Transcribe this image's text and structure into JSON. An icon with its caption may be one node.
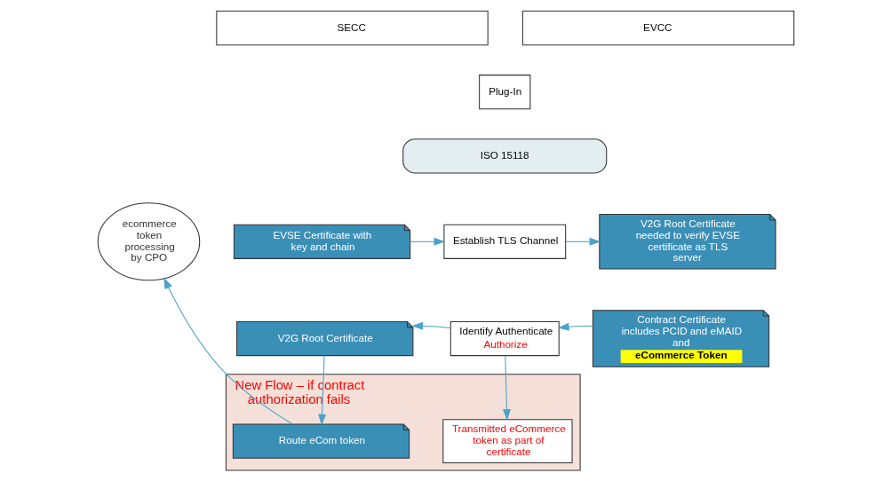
{
  "diagram": {
    "nodes": [
      {
        "text": [
          "ecommerce token processing by CPO"
        ]
      },
      {
        "text": [
          "SECC"
        ]
      },
      {
        "text": [
          "EVCC"
        ]
      },
      {
        "text": [
          "Plug-In"
        ]
      },
      {
        "text": [
          "ISO 15118"
        ]
      },
      {
        "text": [
          "EVSE Certificate with key and chain"
        ]
      },
      {
        "text": [
          "Establish TLS Channel"
        ]
      },
      {
        "text": [
          "V2G Root Certificate needed to verify EVSE certificate as TLS server"
        ]
      },
      {
        "text": [
          "V2G Root Certificate"
        ]
      },
      {
        "text": [
          "Identify Authenticate",
          "Authorize"
        ]
      },
      {
        "text": [
          "Contract Certificate includes PCID and eMAID and",
          "eCommerce Token"
        ]
      },
      {
        "text": [
          "New Flow – if contract authorization fails"
        ]
      },
      {
        "text": [
          "Route eCom token"
        ],
        "in": 11
      },
      {
        "text": [
          "Transmitted eCommerce token as part of certificate"
        ],
        "in": 11
      }
    ],
    "edges": [
      {
        "from": 5,
        "to": 6,
        "arrow": "to"
      },
      {
        "from": 6,
        "to": 7,
        "arrow": "to"
      },
      {
        "from": 10,
        "to": 9,
        "arrow": "to"
      },
      {
        "from": 9,
        "to": 8,
        "arrow": "to"
      },
      {
        "from": 8,
        "to": 12,
        "arrow": "to"
      },
      {
        "from": 12,
        "to": 0,
        "arrow": "to"
      },
      {
        "from": 9,
        "to": 13,
        "arrow": "to"
      }
    ]
  }
}
